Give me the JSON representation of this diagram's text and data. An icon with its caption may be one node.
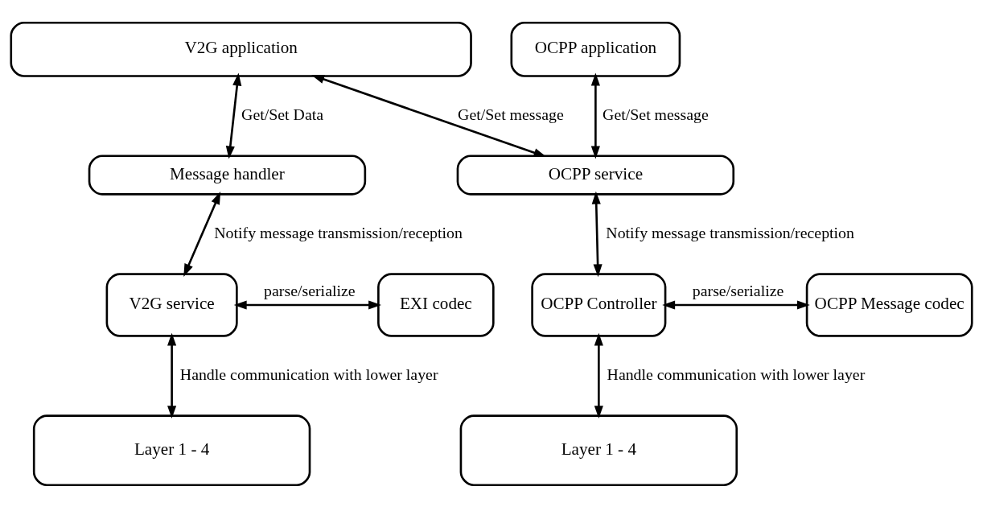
{
  "diagram": {
    "nodes": [
      {
        "text": [
          "V2G application"
        ]
      },
      {
        "text": [
          "OCPP application"
        ]
      },
      {
        "text": [
          "Message handler"
        ]
      },
      {
        "text": [
          "OCPP service"
        ]
      },
      {
        "text": [
          "V2G service"
        ]
      },
      {
        "text": [
          "EXI codec"
        ]
      },
      {
        "text": [
          "OCPP Controller"
        ]
      },
      {
        "text": [
          "OCPP Message codec"
        ]
      },
      {
        "text": [
          "Layer 1 - 4"
        ]
      },
      {
        "text": [
          "Layer 1 - 4"
        ]
      }
    ],
    "edges": [
      {
        "from": 0,
        "to": 2,
        "arrow": "both",
        "label": "Get/Set Data"
      },
      {
        "from": 0,
        "to": 3,
        "arrow": "both",
        "label": "Get/Set message"
      },
      {
        "from": 1,
        "to": 3,
        "arrow": "both",
        "label": "Get/Set message"
      },
      {
        "from": 2,
        "to": 4,
        "arrow": "both",
        "label": "Notify message transmission/reception"
      },
      {
        "from": 3,
        "to": 6,
        "arrow": "both",
        "label": "Notify message transmission/reception"
      },
      {
        "from": 4,
        "to": 5,
        "arrow": "both",
        "label": "parse/serialize"
      },
      {
        "from": 6,
        "to": 7,
        "arrow": "both",
        "label": "parse/serialize"
      },
      {
        "from": 4,
        "to": 8,
        "arrow": "both",
        "label": "Handle communication with lower layer"
      },
      {
        "from": 6,
        "to": 9,
        "arrow": "both",
        "label": "Handle communication with lower layer"
      }
    ]
  }
}
